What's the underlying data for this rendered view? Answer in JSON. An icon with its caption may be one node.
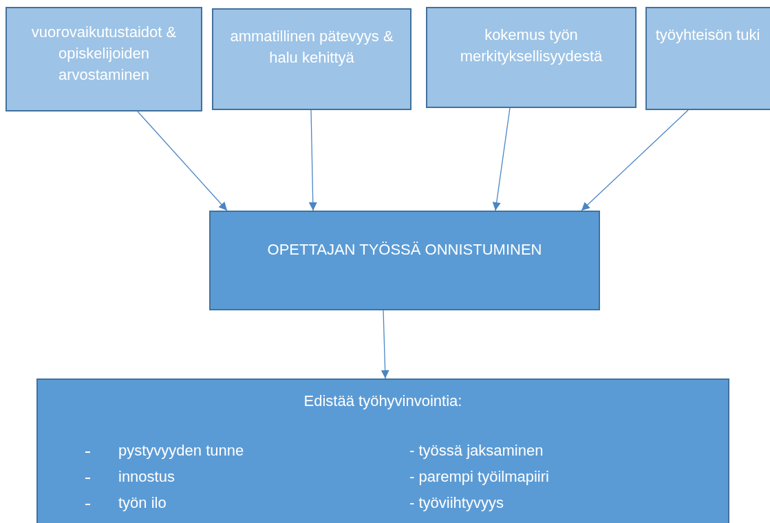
{
  "diagram": {
    "nodes": [
      {
        "text": [
          "vuorovaikutustaidot & opiskelijoiden arvostaminen"
        ]
      },
      {
        "text": [
          "ammatillinen pätevyys & halu kehittyä"
        ]
      },
      {
        "text": [
          "kokemus työn merkityksellisyydestä"
        ]
      },
      {
        "text": [
          "työyhteisön tuki"
        ]
      },
      {
        "text": [
          "OPETTAJAN TYÖSSÄ ONNISTUMINEN"
        ]
      },
      {
        "text": [
          "Edistää työhyvinvointia:",
          "pystyvyyden tunne",
          "innostus",
          "työn ilo",
          "- työssä jaksaminen",
          "- parempi työilmapiiri",
          "- työviihtyvyys"
        ]
      }
    ],
    "edges": [
      {
        "from": 0,
        "to": 4,
        "arrow": "to"
      },
      {
        "from": 1,
        "to": 4,
        "arrow": "to"
      },
      {
        "from": 2,
        "to": 4,
        "arrow": "to"
      },
      {
        "from": 3,
        "to": 4,
        "arrow": "to"
      },
      {
        "from": 4,
        "to": 5,
        "arrow": "to"
      }
    ]
  }
}
